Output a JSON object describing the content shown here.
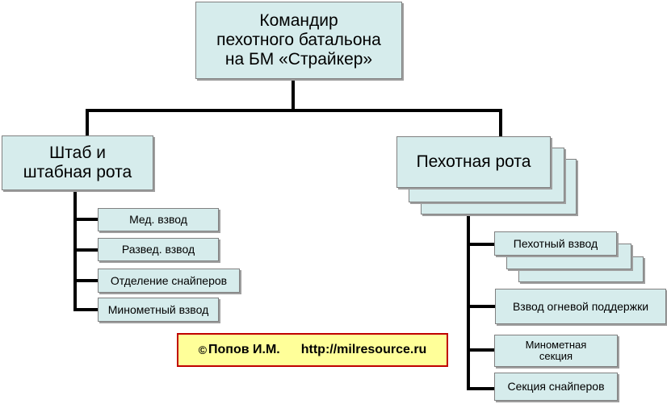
{
  "chart_data": {
    "type": "org-chart",
    "root": {
      "label": [
        "Командир",
        "пехотного батальона",
        "на БМ «Страйкер»"
      ],
      "children": [
        {
          "label": [
            "Штаб и",
            "штабная рота"
          ],
          "children": [
            "Мед. взвод",
            "Развед. взвод",
            "Отделение снайперов",
            "Минометный взвод"
          ]
        },
        {
          "label": [
            "Пехотная рота"
          ],
          "stacked": true,
          "children": [
            "Пехотный взвод",
            "Взвод огневой поддержки",
            [
              "Минометная",
              "секция"
            ],
            "Секция снайперов"
          ]
        }
      ]
    }
  },
  "top": {
    "line1": "Командир",
    "line2": "пехотного батальона",
    "line3": "на БМ «Страйкер»"
  },
  "hq": {
    "line1": "Штаб и",
    "line2": "штабная рота",
    "units": [
      "Мед. взвод",
      "Развед. взвод",
      "Отделение снайперов",
      "Минометный взвод"
    ]
  },
  "inf": {
    "label": "Пехотная рота",
    "units": {
      "platoon": "Пехотный взвод",
      "fire_support": "Взвод огневой поддержки",
      "mortar_line1": "Минометная",
      "mortar_line2": "секция",
      "snipers": "Секция снайперов"
    }
  },
  "copyright": {
    "symbol": "©",
    "author": "Попов И.М.",
    "url": "http://milresource.ru"
  },
  "colors": {
    "box_fill": "#d6ecec",
    "box_border": "#808080",
    "note_fill": "#ffff99",
    "note_border": "#c00000"
  }
}
